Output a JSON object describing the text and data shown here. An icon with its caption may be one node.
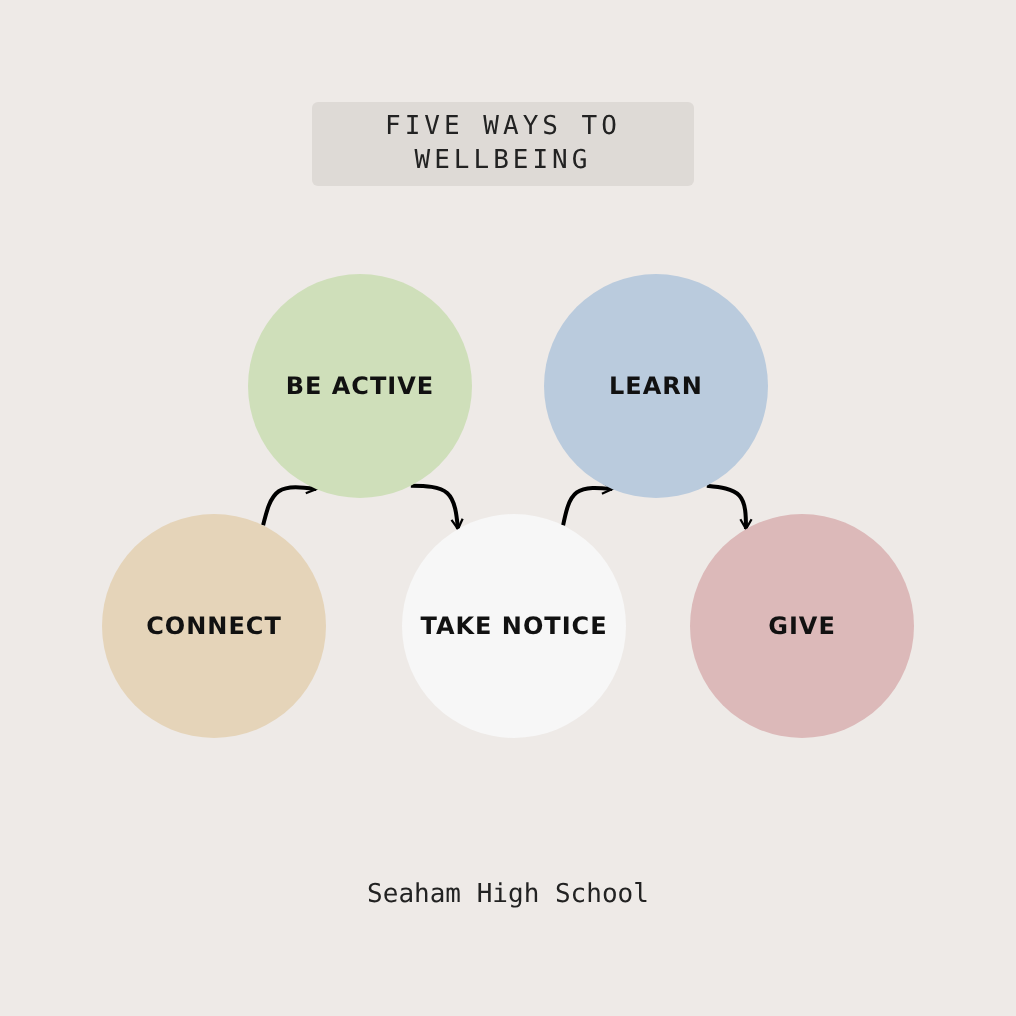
{
  "diagram": {
    "title": "FIVE WAYS TO WELLBEING",
    "nodes": [
      {
        "text": [
          "CONNECT"
        ]
      },
      {
        "text": [
          "BE ACTIVE"
        ]
      },
      {
        "text": [
          "TAKE NOTICE"
        ]
      },
      {
        "text": [
          "LEARN"
        ]
      },
      {
        "text": [
          "GIVE"
        ]
      }
    ],
    "edges": [
      {
        "from": 0,
        "to": 1,
        "arrow": "to"
      },
      {
        "from": 1,
        "to": 2,
        "arrow": "to"
      },
      {
        "from": 2,
        "to": 3,
        "arrow": "to"
      },
      {
        "from": 3,
        "to": 4,
        "arrow": "to"
      }
    ],
    "caption": "Seaham High School"
  }
}
